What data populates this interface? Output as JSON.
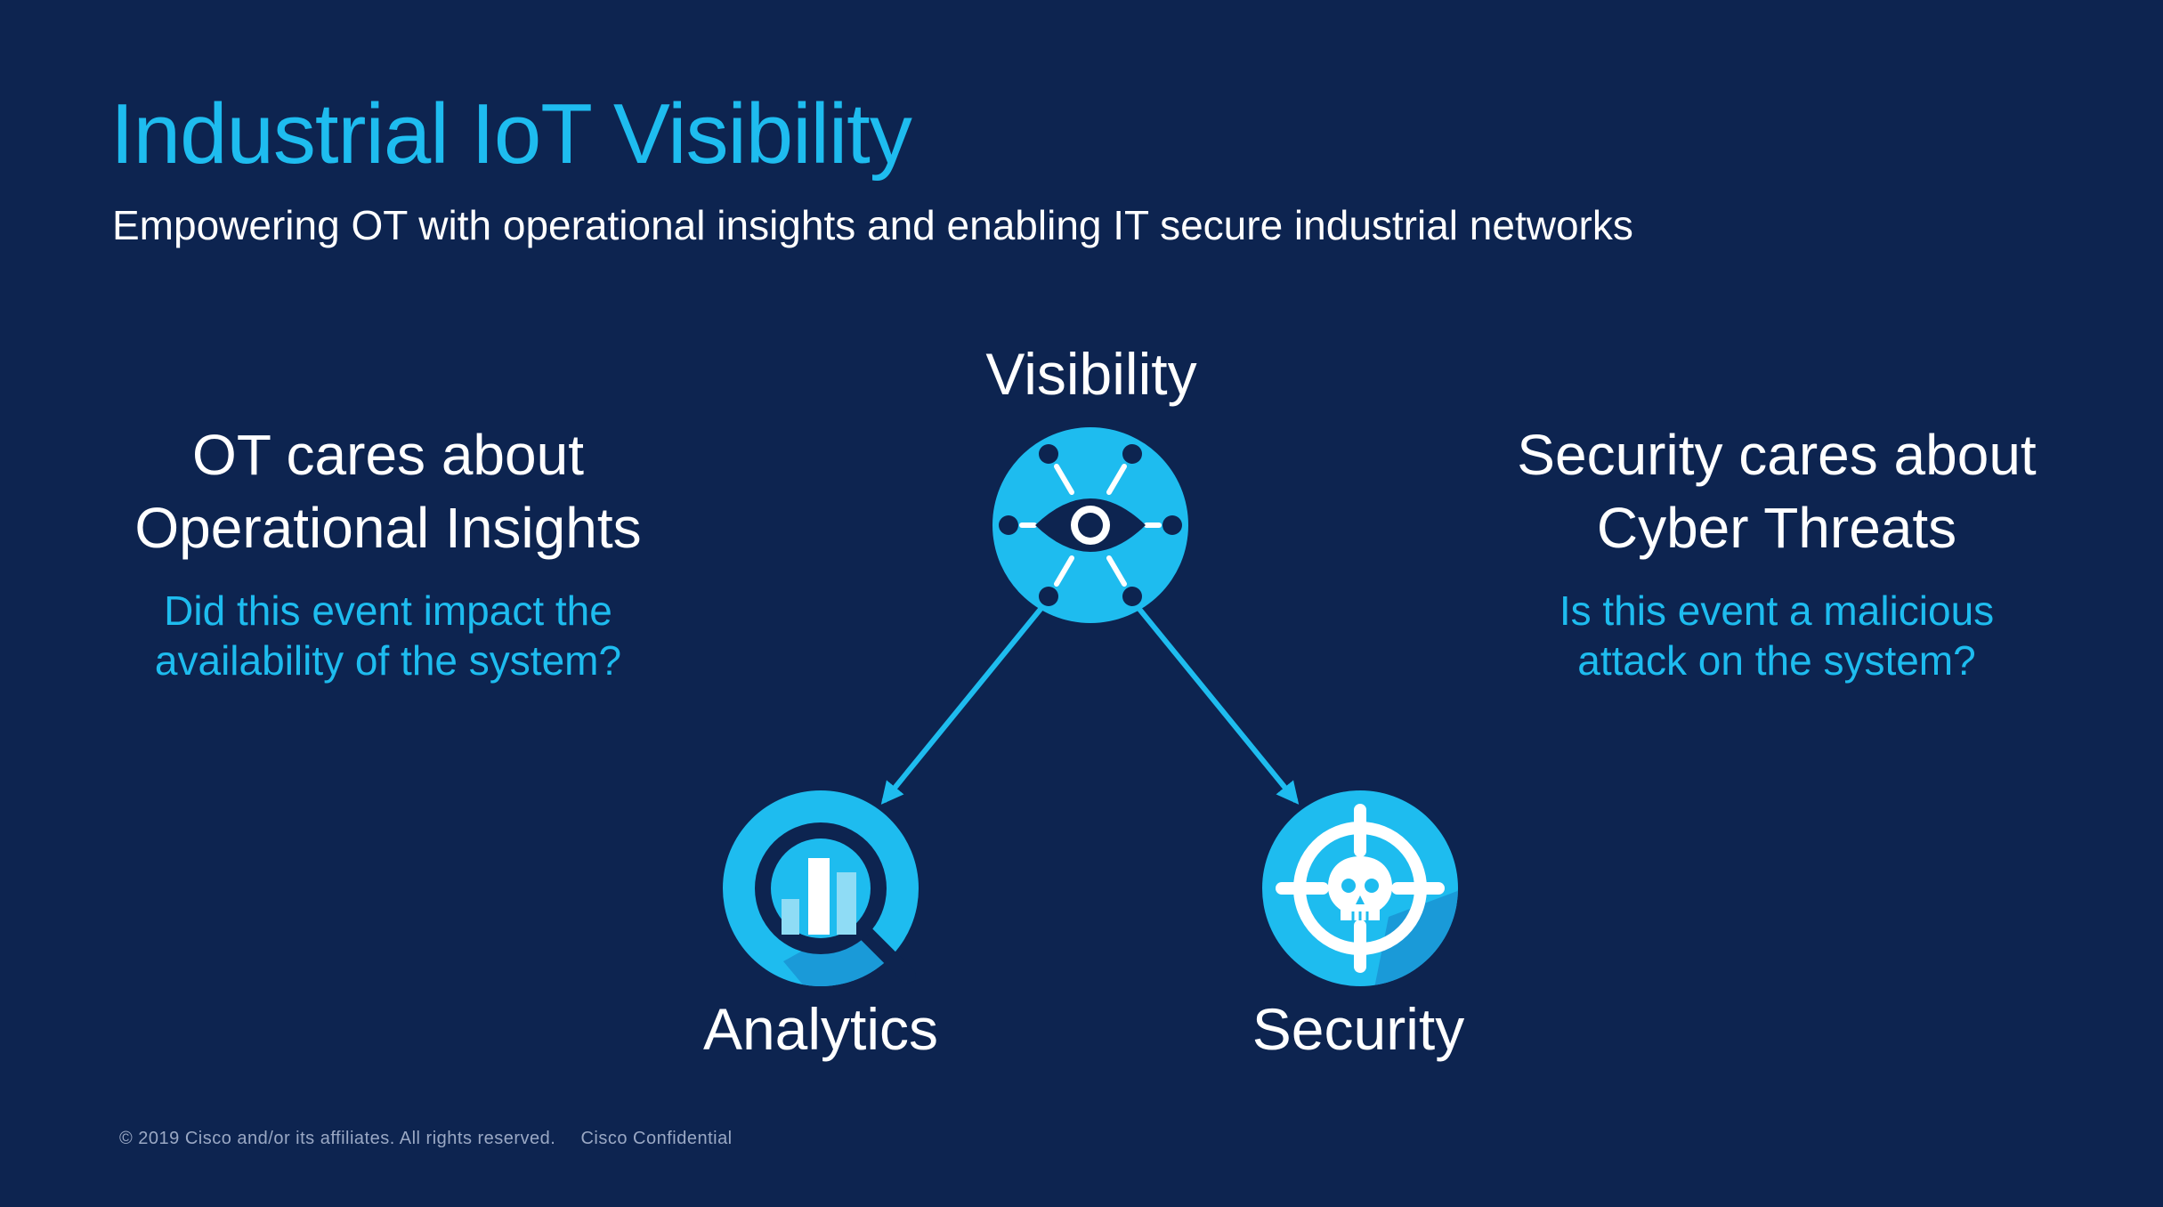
{
  "slide": {
    "title": "Industrial IoT Visibility",
    "subtitle": "Empowering OT with operational insights and enabling IT secure industrial networks"
  },
  "left_panel": {
    "heading_line1": "OT cares about",
    "heading_line2": "Operational Insights",
    "question_line1": "Did this event impact the",
    "question_line2": "availability of the system?"
  },
  "right_panel": {
    "heading_line1": "Security cares about",
    "heading_line2": "Cyber Threats",
    "question_line1": "Is this event a malicious",
    "question_line2": "attack on the system?"
  },
  "diagram": {
    "top_node": {
      "label": "Visibility",
      "icon": "eye-network-icon"
    },
    "left_node": {
      "label": "Analytics",
      "icon": "magnifier-bar-chart-icon"
    },
    "right_node": {
      "label": "Security",
      "icon": "crosshair-skull-icon"
    }
  },
  "footer": {
    "copyright": "© 2019  Cisco and/or its affiliates. All rights reserved.",
    "confidential": "Cisco Confidential"
  },
  "colors": {
    "background": "#0d2450",
    "accent": "#1ebcef",
    "text": "#ffffff"
  }
}
